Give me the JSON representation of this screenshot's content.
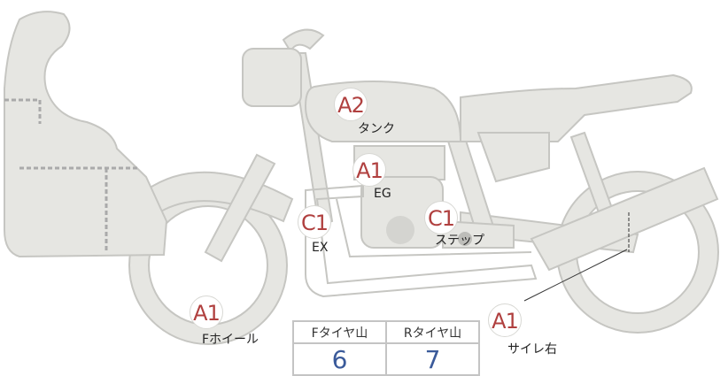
{
  "colors": {
    "body": "#e6e6e2",
    "stroke": "#c6c6c2",
    "badge_text": "#b0403f",
    "value_text": "#3a5a9a"
  },
  "marks": [
    {
      "grade": "A2",
      "part": "タンク"
    },
    {
      "grade": "A1",
      "part": "EG"
    },
    {
      "grade": "C1",
      "part": "EX"
    },
    {
      "grade": "C1",
      "part": "ステップ"
    },
    {
      "grade": "A1",
      "part": "Fホイール"
    },
    {
      "grade": "A1",
      "part": "サイレ右"
    }
  ],
  "tyre_table": {
    "headers": [
      "Fタイヤ山",
      "Rタイヤ山"
    ],
    "values": [
      "6",
      "7"
    ]
  }
}
